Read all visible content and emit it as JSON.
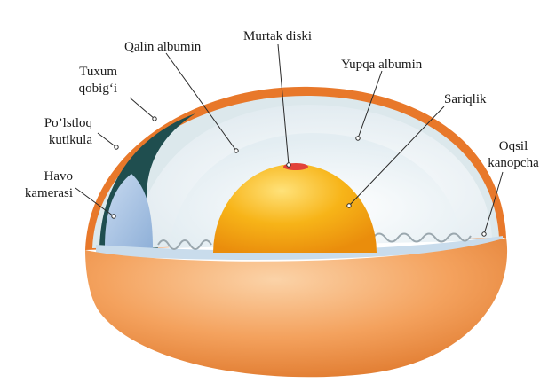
{
  "labels": {
    "qalin_albumin": "Qalin albumin",
    "murtak_diski": "Murtak diski",
    "yupqa_albumin": "Yupqa albumin",
    "tuxum_qobigi_1": "Tuxum",
    "tuxum_qobigi_2": "qobig‘i",
    "sariqlik": "Sariqlik",
    "polstloq_1": "Po’lstloq",
    "polstloq_2": "kutikula",
    "oqsil_1": "Oqsil",
    "oqsil_2": "kanopcha",
    "havo_1": "Havo",
    "havo_2": "kamerasi"
  },
  "colors": {
    "shell_outer": "#f4a25e",
    "shell_rim": "#e87a2c",
    "thin_albumen": "#f2f5f6",
    "thick_albumen": "#e2ecf0",
    "membrane": "#1f4e4f",
    "air_cell": "#aec6e4",
    "yolk": "#f6b11b",
    "germinal_disc": "#e2423a"
  }
}
